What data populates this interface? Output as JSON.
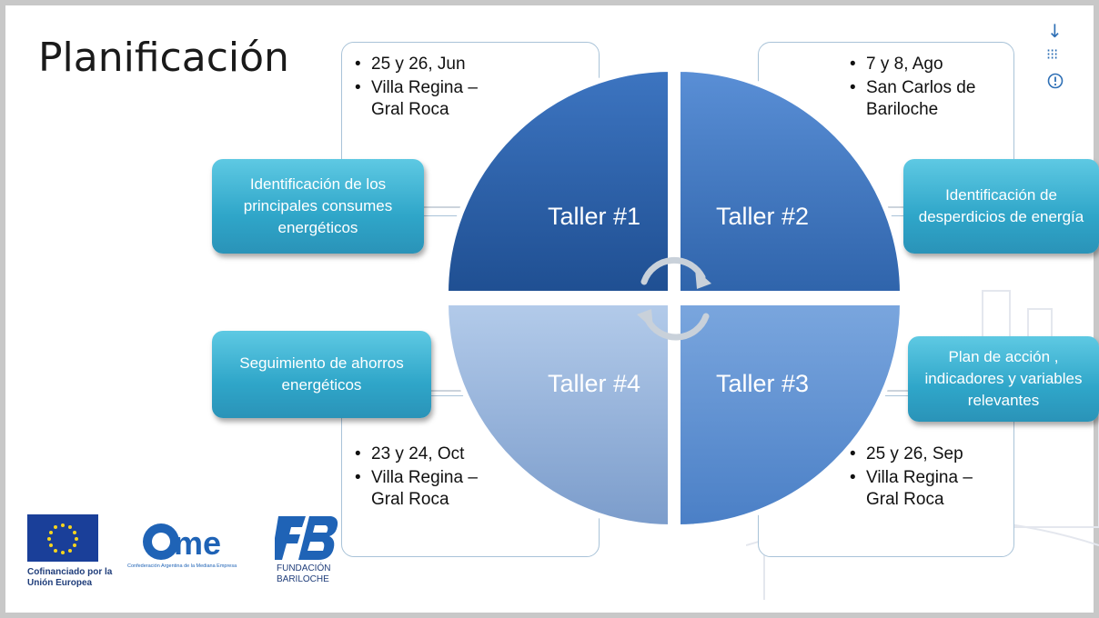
{
  "slide": {
    "title": "Planificación",
    "workshops": [
      {
        "label": "Taller #1",
        "dates": "25 y 26, Jun",
        "place": "Villa Regina – Gral Roca",
        "topic": "Identificación de los principales consumes energéticos"
      },
      {
        "label": "Taller #2",
        "dates": "7 y 8, Ago",
        "place": "San Carlos de Bariloche",
        "topic": "Identificación de desperdicios de energía"
      },
      {
        "label": "Taller #3",
        "dates": "25 y 26, Sep",
        "place": "Villa Regina – Gral Roca",
        "topic": "Plan de acción , indicadores y variables relevantes"
      },
      {
        "label": "Taller #4",
        "dates": "23 y 24, Oct",
        "place": "Villa Regina – Gral Roca",
        "topic": "Seguimiento de ahorros energéticos"
      }
    ],
    "logos": {
      "eu_caption": "Cofinanciado por la Unión Europea",
      "came_caption": "Confederación Argentina de la Mediana Empresa",
      "fb_name": "FUNDACIÓN",
      "fb_city": "BARILOCHE"
    }
  },
  "colors": {
    "q1": "#2a5fa6",
    "q2": "#3f78c0",
    "q3": "#5a8ed0",
    "q4": "#90b0dc",
    "tag": "#2fa6c9"
  },
  "icons": [
    "down-arrow-icon",
    "grid-dots-icon",
    "alert-circle-icon",
    "circular-arrows-icon"
  ]
}
